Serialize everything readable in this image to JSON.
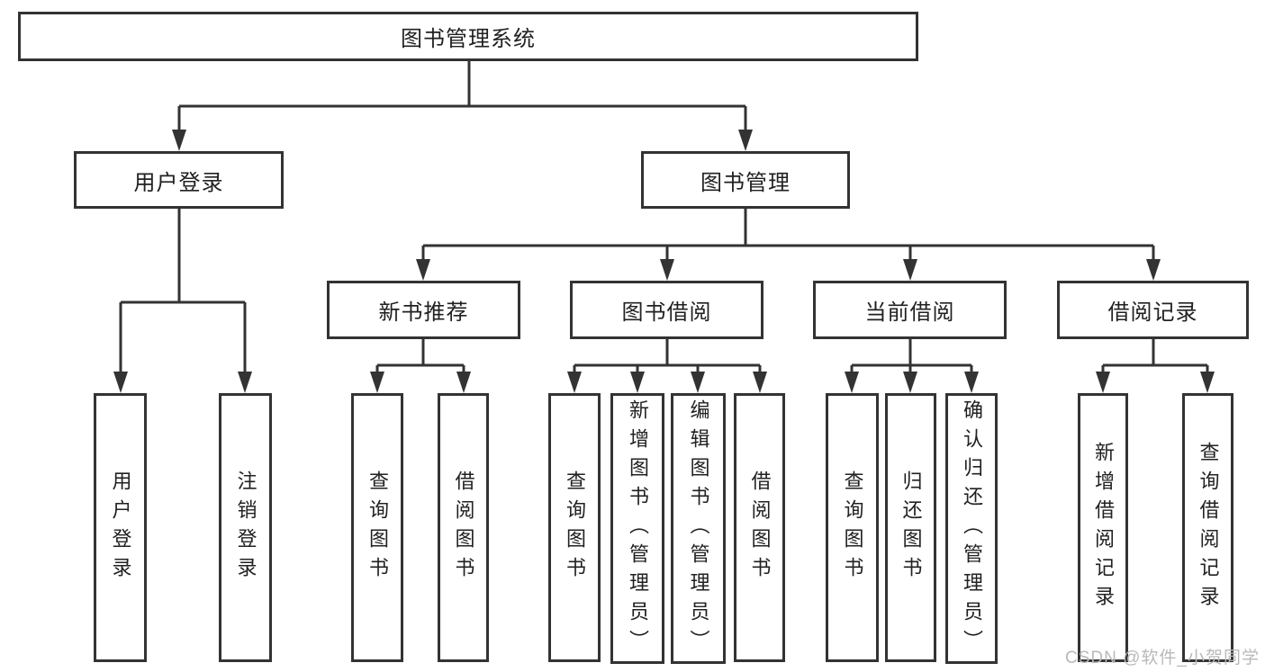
{
  "colors": {
    "line": "#333333",
    "text": "#212121",
    "watermark": "#b9b9b9",
    "background": "#ffffff"
  },
  "tree": {
    "label": "图书管理系统",
    "children": [
      {
        "label": "用户登录",
        "children": [
          {
            "label": "用户登录"
          },
          {
            "label": "注销登录"
          }
        ]
      },
      {
        "label": "图书管理",
        "children": [
          {
            "label": "新书推荐",
            "children": [
              {
                "label": "查询图书"
              },
              {
                "label": "借阅图书"
              }
            ]
          },
          {
            "label": "图书借阅",
            "children": [
              {
                "label": "查询图书"
              },
              {
                "label": "新增图书（管理员）"
              },
              {
                "label": "编辑图书（管理员）"
              },
              {
                "label": "借阅图书"
              }
            ]
          },
          {
            "label": "当前借阅",
            "children": [
              {
                "label": "查询图书"
              },
              {
                "label": "归还图书"
              },
              {
                "label": "确认归还（管理员）"
              }
            ]
          },
          {
            "label": "借阅记录",
            "children": [
              {
                "label": "新增借阅记录"
              },
              {
                "label": "查询借阅记录"
              }
            ]
          }
        ]
      }
    ]
  },
  "watermark": {
    "text": "CSDN @软件_小贺同学"
  }
}
